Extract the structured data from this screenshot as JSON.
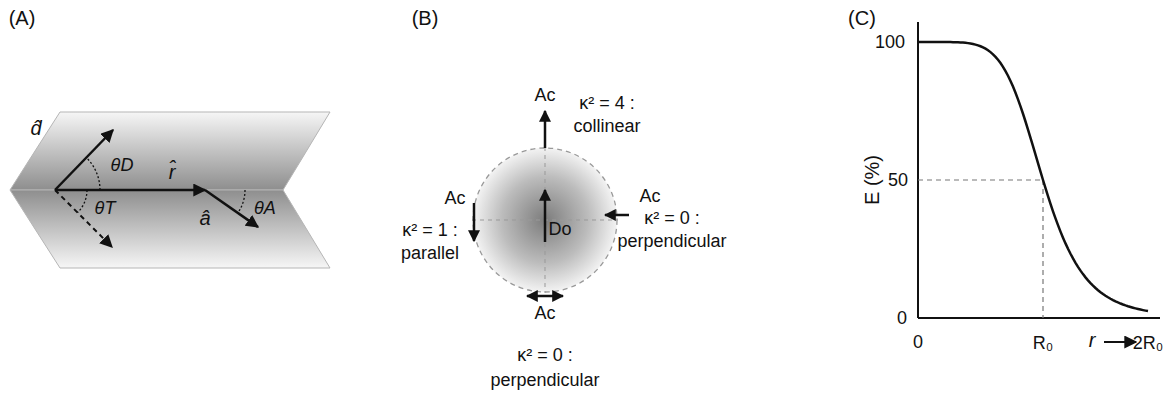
{
  "diagram": {
    "nodes": [
      {
        "text": [
          "Do"
        ]
      }
    ],
    "labels": [
      "(A)",
      "d̂",
      "θD",
      "θT",
      "r̂",
      "â",
      "θA",
      "(B)",
      "Ac",
      "κ² = 4 :",
      "collinear",
      "Ac",
      "κ² = 1 :",
      "parallel",
      "Ac",
      "κ² = 0 :",
      "perpendicular",
      "Ac",
      "κ² = 0 :",
      "perpendicular",
      "(C)",
      "100",
      "50",
      "0",
      "E (%)",
      "0",
      "R₀",
      "r",
      "2R₀"
    ]
  }
}
